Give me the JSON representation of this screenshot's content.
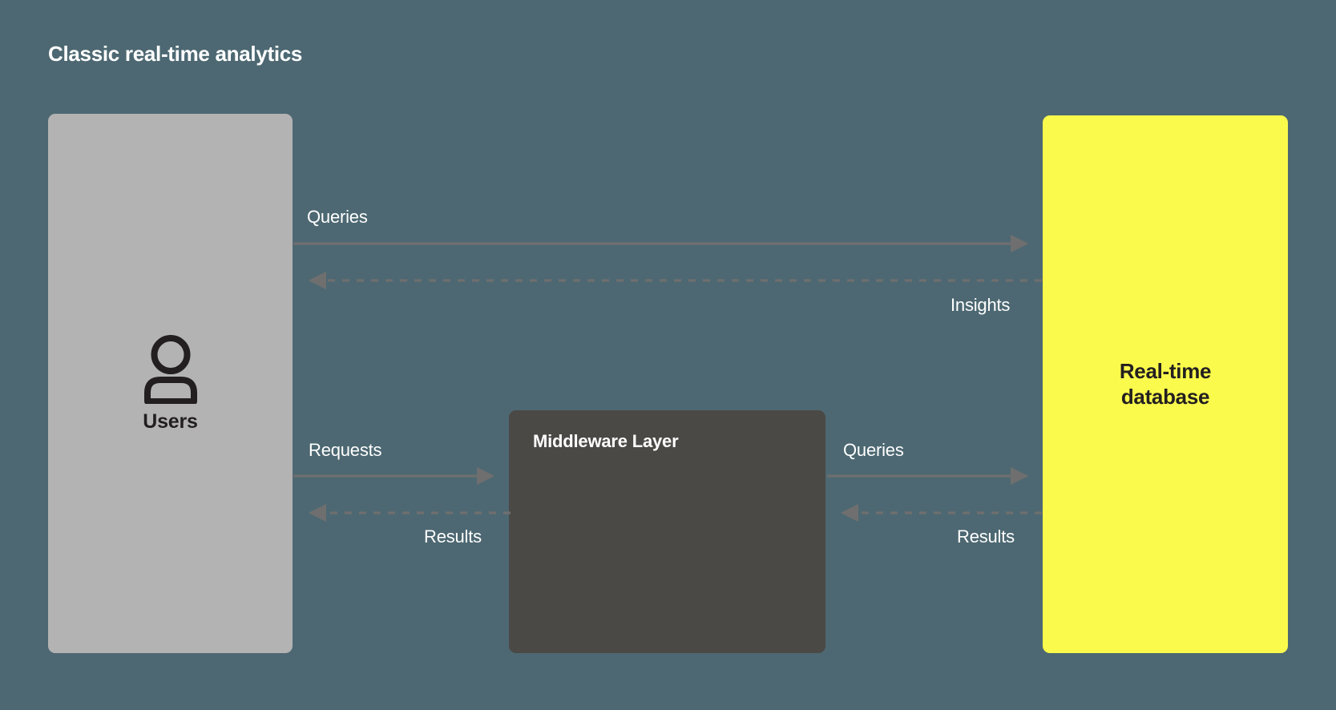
{
  "diagram": {
    "title": "Classic real-time analytics",
    "background_color": "#4d6872",
    "nodes": [
      {
        "id": "users",
        "label": "Users",
        "icon": "user-icon",
        "color": "#b3b3b3",
        "text_color": "#231f20"
      },
      {
        "id": "middleware",
        "label": "Middleware Layer",
        "color": "#4b4945",
        "text_color": "#ffffff"
      },
      {
        "id": "database",
        "label_line1": "Real-time",
        "label_line2": "database",
        "color": "#f9fa4c",
        "text_color": "#231f20"
      }
    ],
    "edges": [
      {
        "id": "users-to-db-queries",
        "label": "Queries",
        "from": "users",
        "to": "database",
        "style": "solid",
        "direction": "right",
        "color": "#6f6f6f"
      },
      {
        "id": "db-to-users-insights",
        "label": "Insights",
        "from": "database",
        "to": "users",
        "style": "dashed",
        "direction": "left",
        "color": "#6f6f6f"
      },
      {
        "id": "users-to-middleware-requests",
        "label": "Requests",
        "from": "users",
        "to": "middleware",
        "style": "solid",
        "direction": "right",
        "color": "#6f6f6f"
      },
      {
        "id": "middleware-to-users-results",
        "label": "Results",
        "from": "middleware",
        "to": "users",
        "style": "dashed",
        "direction": "left",
        "color": "#6f6f6f"
      },
      {
        "id": "middleware-to-db-queries",
        "label": "Queries",
        "from": "middleware",
        "to": "database",
        "style": "solid",
        "direction": "right",
        "color": "#6f6f6f"
      },
      {
        "id": "db-to-middleware-results",
        "label": "Results",
        "from": "database",
        "to": "middleware",
        "style": "dashed",
        "direction": "left",
        "color": "#6f6f6f"
      }
    ]
  }
}
